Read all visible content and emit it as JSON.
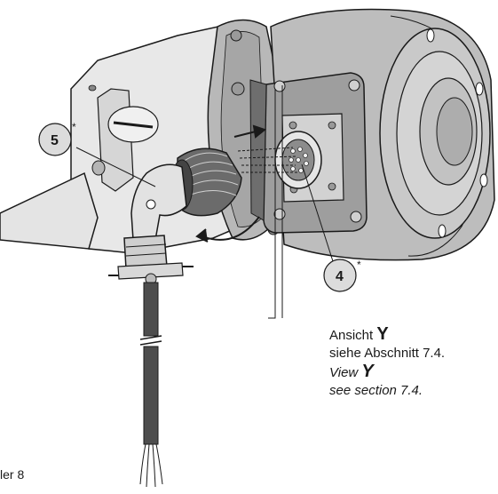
{
  "callouts": [
    {
      "number": "5",
      "mark": "*"
    },
    {
      "number": "4",
      "mark": "*"
    }
  ],
  "view_note": {
    "line1_prefix": "Ansicht",
    "line1_letter": "Y",
    "line2": "siehe Abschnitt 7.4.",
    "line3_prefix": "View",
    "line3_letter": "Y",
    "line4": "see section 7.4."
  },
  "corner_label": "ler 8",
  "colors": {
    "body_light": "#d9d9d9",
    "body_mid": "#b3b3b3",
    "body_dark": "#7a7a7a",
    "outline": "#1a1a1a",
    "cable": "#4d4d4d",
    "callout_fill": "#dcdcdc"
  }
}
